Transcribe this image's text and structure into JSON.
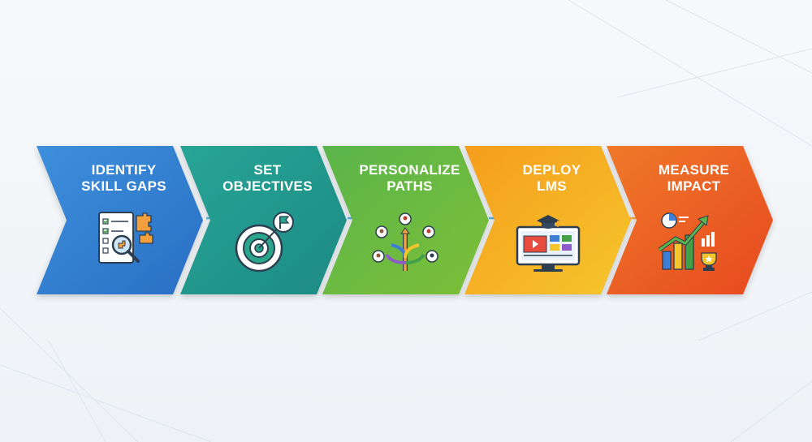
{
  "colors": {
    "step1": [
      "#2f7fd6",
      "#3d9ad8"
    ],
    "step2": [
      "#1f9a8e",
      "#2fb08a"
    ],
    "step3": [
      "#4fae43",
      "#7cc23a"
    ],
    "step4": [
      "#f7a21b",
      "#f5c52b"
    ],
    "step5": [
      "#ee5a24",
      "#f5882a"
    ],
    "connector": "#5bb4e0"
  },
  "steps": [
    {
      "line1": "IDENTIFY",
      "line2": "SKILL GAPS",
      "icon": "checklist-magnifier-puzzle-icon"
    },
    {
      "line1": "SET",
      "line2": "OBJECTIVES",
      "icon": "target-flag-icon"
    },
    {
      "line1": "PERSONALIZE",
      "line2": "PATHS",
      "icon": "branching-paths-people-icon"
    },
    {
      "line1": "DEPLOY",
      "line2": "LMS",
      "icon": "monitor-graduation-cap-icon"
    },
    {
      "line1": "MEASURE",
      "line2": "IMPACT",
      "icon": "growth-chart-trophy-icon"
    }
  ]
}
